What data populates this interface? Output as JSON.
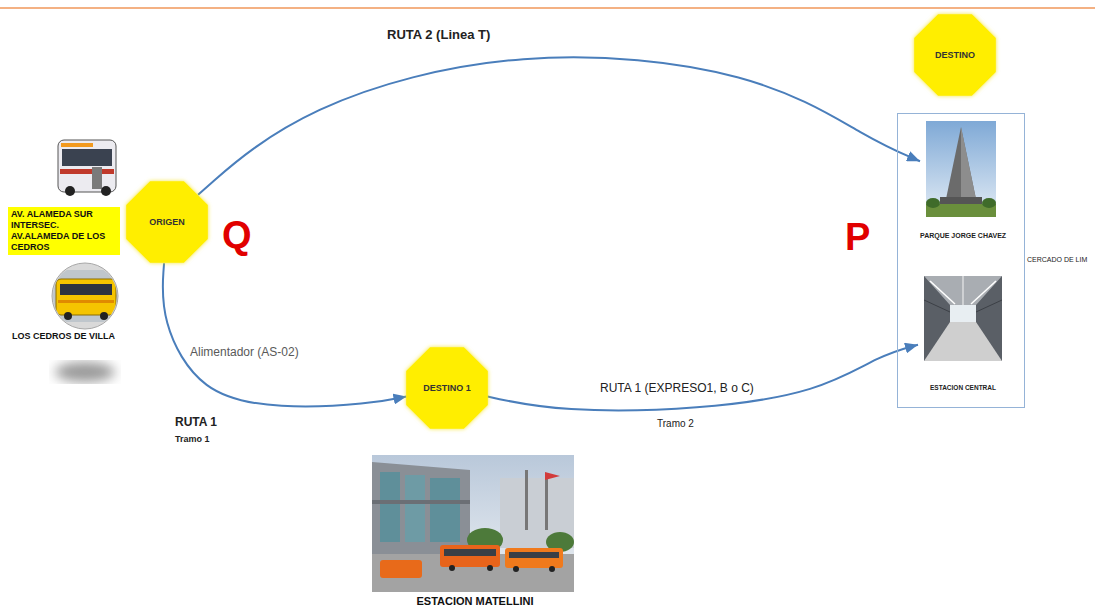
{
  "diagram": {
    "nodes": [
      {
        "text": [
          "AV. ALAMEDA SUR INTERSEC. AV.ALAMEDA DE LOS CEDROS"
        ]
      },
      {
        "text": [
          "ORIGEN"
        ]
      },
      {
        "text": [
          "DESTINO"
        ]
      },
      {
        "text": [
          "CERCADO DE LIM"
        ]
      },
      {
        "text": [
          "PARQUE JORGE CHAVEZ"
        ],
        "in": 3
      },
      {
        "text": [
          "ESTACION CENTRAL"
        ],
        "in": 3
      },
      {
        "text": [
          "DESTINO 1"
        ]
      }
    ],
    "edges": [
      {
        "from": 1,
        "to": 4,
        "arrow": "to",
        "label": "RUTA 2 (Linea T)"
      },
      {
        "from": 1,
        "to": 6,
        "arrow": "to",
        "label": "Alimentador (AS-02)"
      },
      {
        "from": 6,
        "to": 5,
        "arrow": "to",
        "label": "RUTA 1 (EXPRESO1, B o C)"
      }
    ],
    "labels": [
      "LOS CEDROS DE VILLA",
      "Q",
      "RUTA 1",
      "Tramo 1",
      "Tramo 2",
      "P",
      "ESTACION MATELLINI"
    ]
  }
}
